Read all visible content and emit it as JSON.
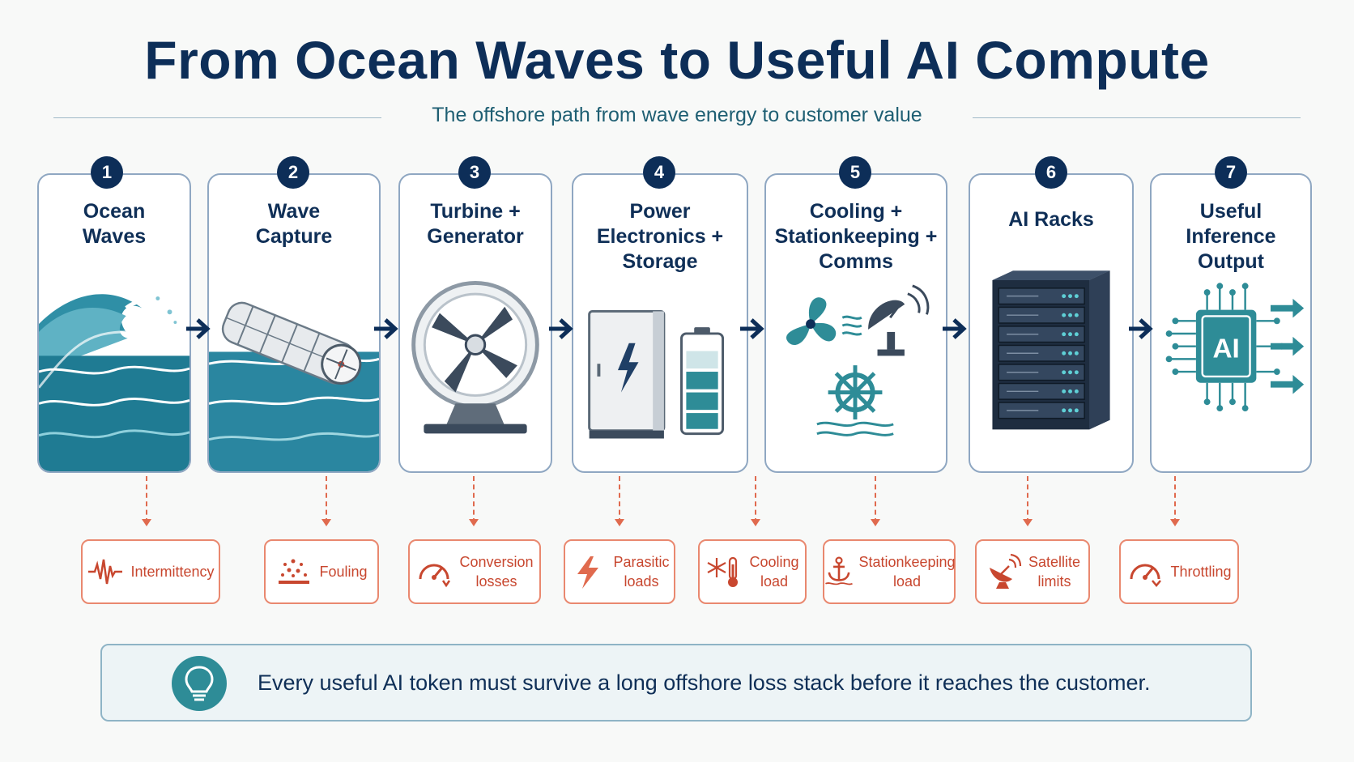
{
  "title": "From Ocean Waves to Useful AI Compute",
  "subtitle": "The offshore path from wave energy to customer value",
  "stages": [
    {
      "number": "1",
      "lines": [
        "Ocean",
        "Waves"
      ],
      "icon": "wave-icon"
    },
    {
      "number": "2",
      "lines": [
        "Wave",
        "Capture"
      ],
      "icon": "wave-energy-converter-icon"
    },
    {
      "number": "3",
      "lines": [
        "Turbine +",
        "Generator"
      ],
      "icon": "turbine-icon"
    },
    {
      "number": "4",
      "lines": [
        "Power",
        "Electronics +",
        "Storage"
      ],
      "icon": "power-cabinet-battery-icon"
    },
    {
      "number": "5",
      "lines": [
        "Cooling +",
        "Stationkeeping +",
        "Comms"
      ],
      "icon": "fan-dish-helm-icon"
    },
    {
      "number": "6",
      "lines": [
        "AI Racks"
      ],
      "icon": "server-rack-icon"
    },
    {
      "number": "7",
      "lines": [
        "Useful",
        "Inference",
        "Output"
      ],
      "icon": "ai-chip-icon"
    }
  ],
  "losses": [
    {
      "lines": [
        "Intermittency"
      ],
      "icon": "waveform-icon"
    },
    {
      "lines": [
        "Fouling"
      ],
      "icon": "fouling-icon"
    },
    {
      "lines": [
        "Conversion",
        "losses"
      ],
      "icon": "gauge-icon"
    },
    {
      "lines": [
        "Parasitic",
        "loads"
      ],
      "icon": "lightning-icon"
    },
    {
      "lines": [
        "Cooling",
        "load"
      ],
      "icon": "snowflake-thermometer-icon"
    },
    {
      "lines": [
        "Stationkeeping",
        "load"
      ],
      "icon": "anchor-icon"
    },
    {
      "lines": [
        "Satellite",
        "limits"
      ],
      "icon": "satellite-dish-icon"
    },
    {
      "lines": [
        "Throttling"
      ],
      "icon": "gauge-down-icon"
    }
  ],
  "callout": {
    "message": "Every useful AI token must survive a long offshore loss stack before it reaches the customer.",
    "icon": "lightbulb-icon"
  },
  "colors": {
    "navy": "#0d2e58",
    "teal": "#2e8c97",
    "loss": "#e06a4e"
  }
}
